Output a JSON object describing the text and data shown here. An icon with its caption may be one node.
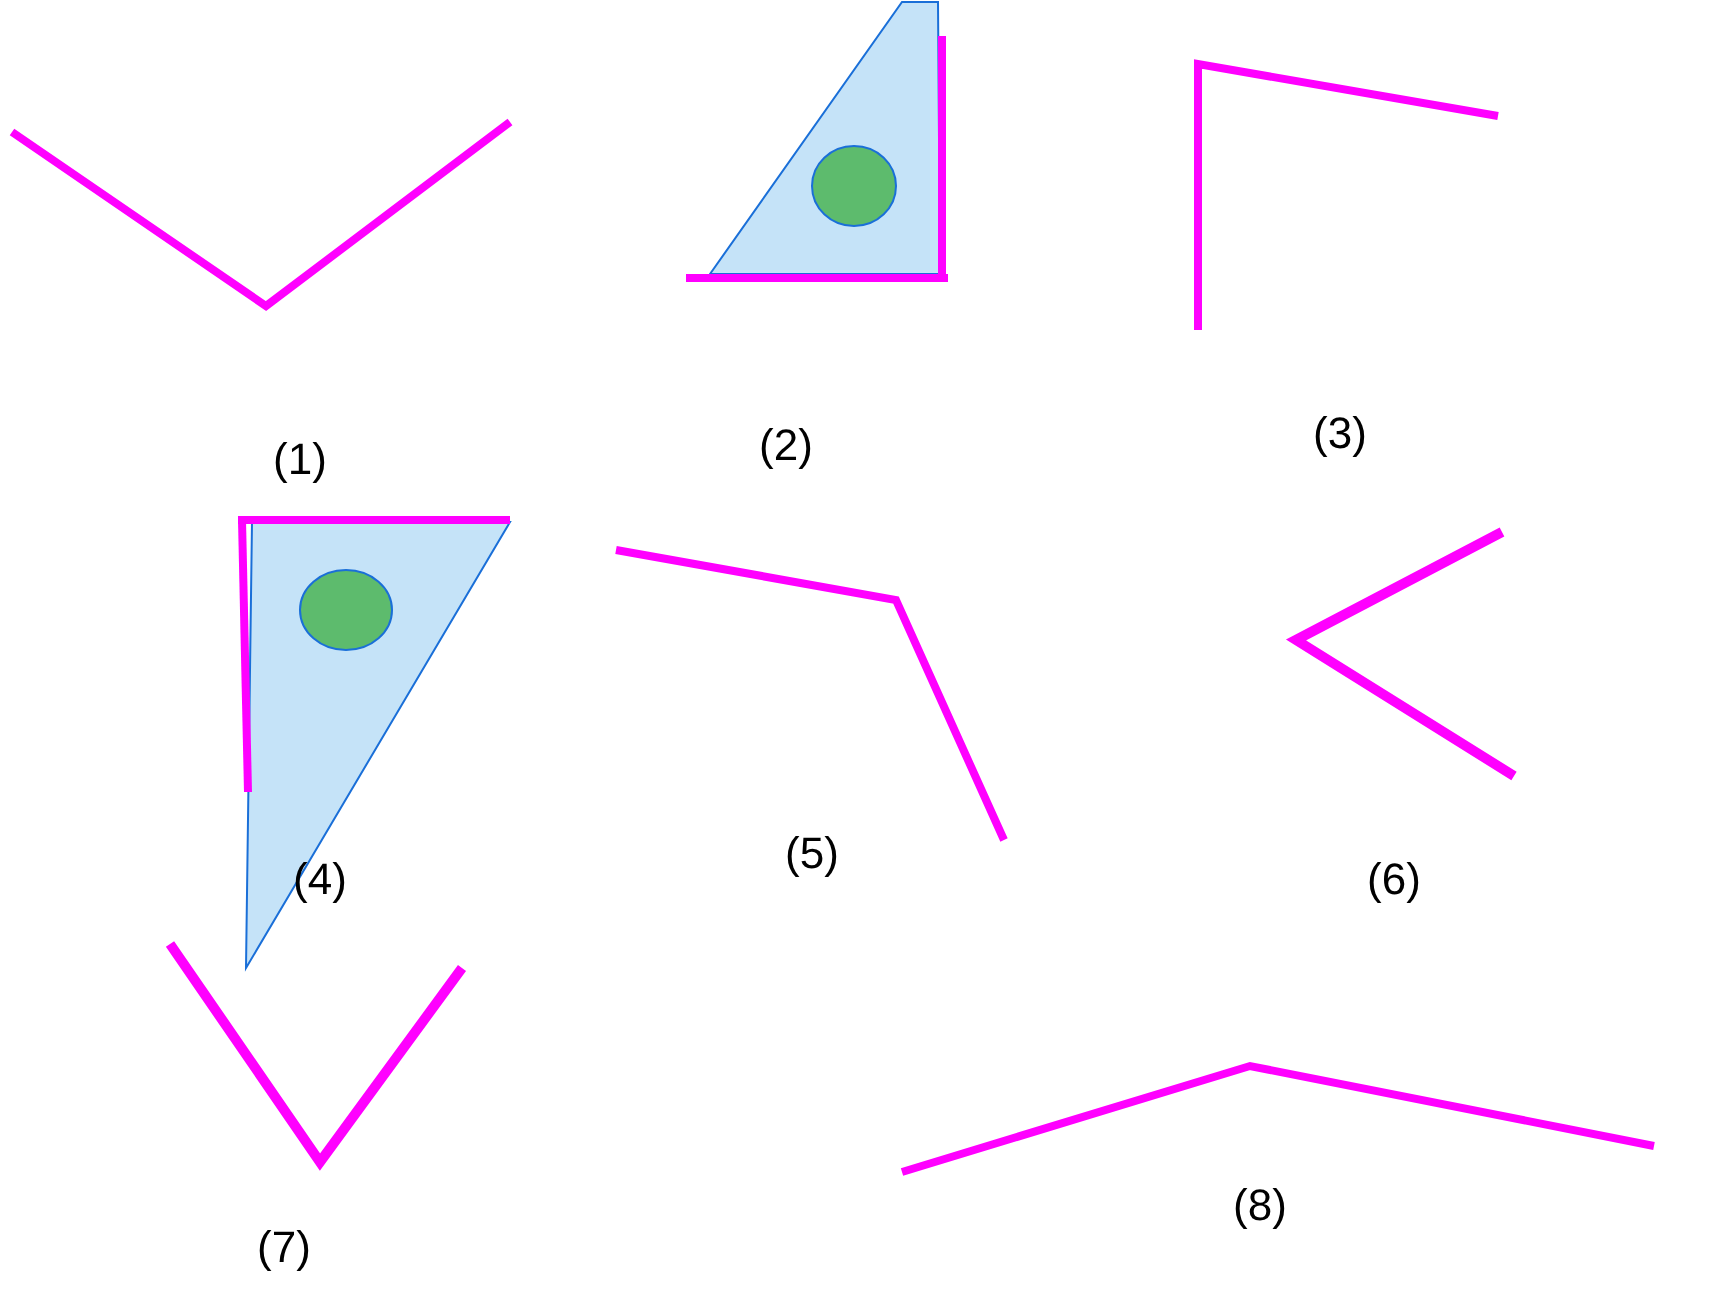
{
  "diagram": {
    "labels": [
      "(1)",
      "(2)",
      "(3)",
      "(4)",
      "(5)",
      "(6)",
      "(7)",
      "(8)"
    ]
  }
}
